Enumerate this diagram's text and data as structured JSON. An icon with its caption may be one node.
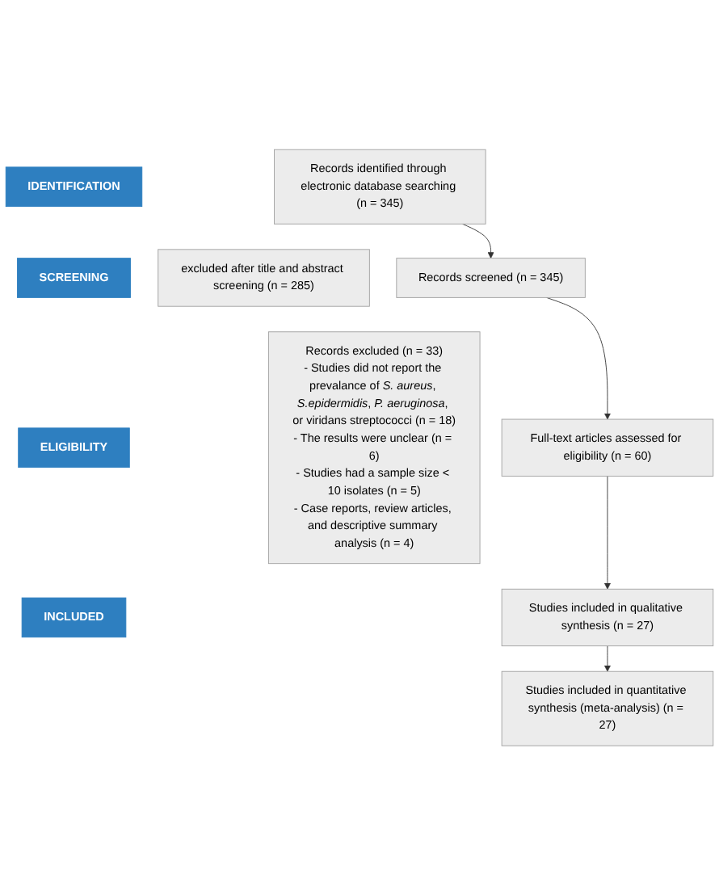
{
  "diagram": {
    "nodes": [
      {
        "text": [
          "IDENTIFICATION"
        ]
      },
      {
        "text": [
          "Records identified through electronic database searching (n = 345)"
        ]
      },
      {
        "text": [
          "SCREENING"
        ]
      },
      {
        "text": [
          "Records screened (n = 345)"
        ]
      },
      {
        "text": [
          "excluded after title and abstract screening (n = 285)"
        ]
      },
      {
        "text": [
          "ELIGIBILITY"
        ]
      },
      {
        "text": [
          "Full-text articles assessed for eligibility (n = 60)"
        ]
      },
      {
        "text": [
          "Records excluded (n = 33)",
          "- Studies did not report the prevalance of *S. aureus*, *S.epidermidis*, *P. aeruginosa*, or viridans streptococci (n = 18)",
          "- The results were unclear (n = 6)",
          "- Studies had a sample size < 10 isolates (n = 5)",
          "- Case reports, review articles, and descriptive summary analysis (n = 4)"
        ]
      },
      {
        "text": [
          "Studies included in qualitative synthesis (n = 27)"
        ]
      },
      {
        "text": [
          "INCLUDED"
        ]
      },
      {
        "text": [
          "Studies included in quantitative synthesis (meta-analysis) (n = 27)"
        ]
      }
    ],
    "edges": [
      {
        "from": 1,
        "to": 3,
        "arrow": "to"
      },
      {
        "from": 3,
        "to": 6,
        "arrow": "to"
      },
      {
        "from": 6,
        "to": 8,
        "arrow": "to"
      },
      {
        "from": 8,
        "to": 10,
        "arrow": "to"
      }
    ]
  }
}
